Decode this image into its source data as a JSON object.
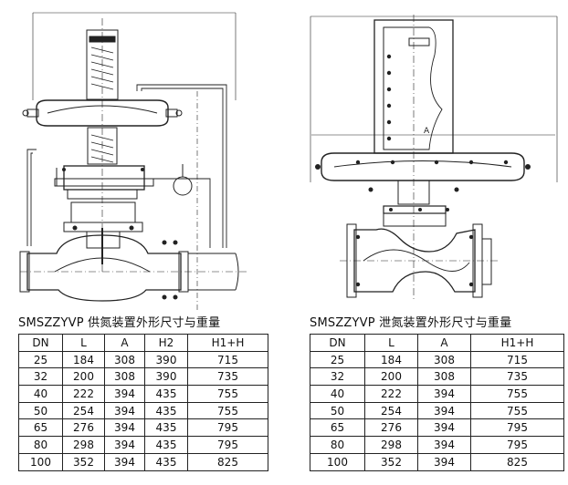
{
  "left": {
    "caption": "SMSZZYVP 供氮装置外形尺寸与重量",
    "headers": [
      "DN",
      "L",
      "A",
      "H2",
      "H1+H"
    ],
    "rows": [
      [
        "25",
        "184",
        "308",
        "390",
        "715"
      ],
      [
        "32",
        "200",
        "308",
        "390",
        "735"
      ],
      [
        "40",
        "222",
        "394",
        "435",
        "755"
      ],
      [
        "50",
        "254",
        "394",
        "435",
        "755"
      ],
      [
        "65",
        "276",
        "394",
        "435",
        "795"
      ],
      [
        "80",
        "298",
        "394",
        "435",
        "795"
      ],
      [
        "100",
        "352",
        "394",
        "435",
        "825"
      ]
    ]
  },
  "right": {
    "caption": "SMSZZYVP 泄氮装置外形尺寸与重量",
    "headers": [
      "DN",
      "L",
      "A",
      "H1+H"
    ],
    "rows": [
      [
        "25",
        "184",
        "308",
        "715"
      ],
      [
        "32",
        "200",
        "308",
        "735"
      ],
      [
        "40",
        "222",
        "394",
        "755"
      ],
      [
        "50",
        "254",
        "394",
        "755"
      ],
      [
        "65",
        "276",
        "394",
        "795"
      ],
      [
        "80",
        "298",
        "394",
        "795"
      ],
      [
        "100",
        "352",
        "394",
        "825"
      ]
    ]
  },
  "drawing_labels": {
    "dim_a": "A"
  }
}
